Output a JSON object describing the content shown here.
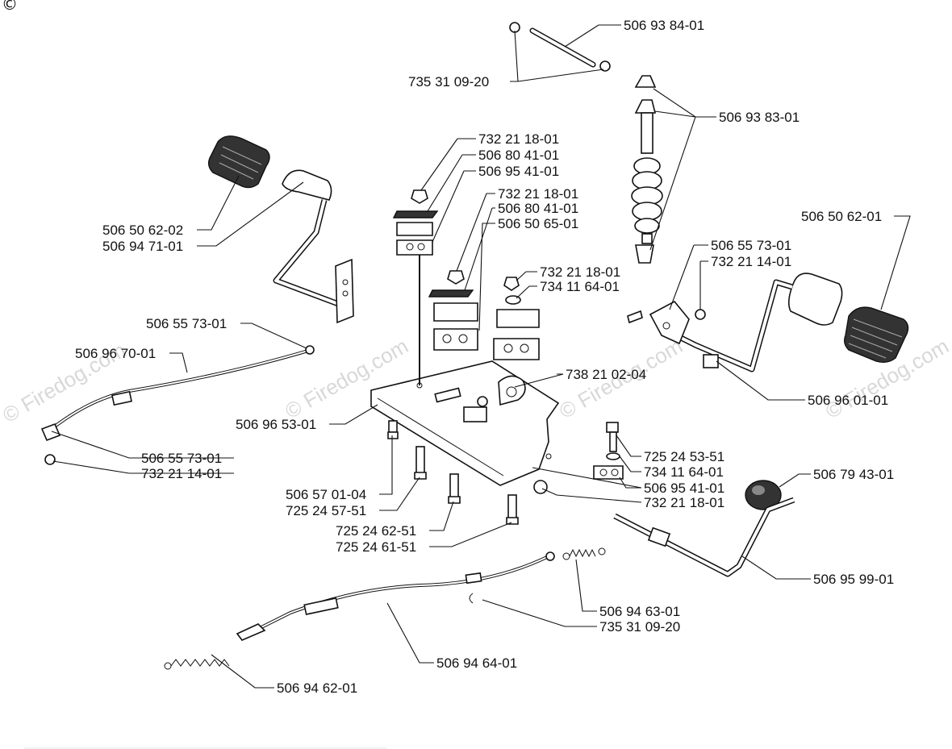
{
  "copyright_symbol": "©",
  "watermark": "© Firedog.com",
  "labels": {
    "p_506938401": "506 93 84-01",
    "p_735310920_top": "735 31 09-20",
    "p_506938301": "506 93 83-01",
    "p_732211801_a": "732 21 18-01",
    "p_506804101_a": "506 80 41-01",
    "p_506954101_a": "506 95 41-01",
    "p_732211801_b": "732 21 18-01",
    "p_506804101_b": "506 80 41-01",
    "p_506506501": "506 50 65-01",
    "p_732211801_c": "732 21 18-01",
    "p_734116401_a": "734 11 64-01",
    "p_506506202": "506 50 62-02",
    "p_506947101": "506 94 71-01",
    "p_506506201": "506 50 62-01",
    "p_506557301_r": "506 55 73-01",
    "p_732211401_r": "732 21 14-01",
    "p_506557301_l": "506 55 73-01",
    "p_506967001": "506 96 70-01",
    "p_738210204": "738 21 02-04",
    "p_506960101": "506 96 01-01",
    "p_506965301": "506 96 53-01",
    "p_506557301_b": "506 55 73-01",
    "p_732211401_b": "732 21 14-01",
    "p_725245351": "725 24 53-51",
    "p_734116401_b": "734 11 64-01",
    "p_506954101_b": "506 95 41-01",
    "p_732211801_d": "732 21 18-01",
    "p_506794301": "506 79 43-01",
    "p_506570104": "506 57 01-04",
    "p_725245751": "725 24 57-51",
    "p_725246251": "725 24 62-51",
    "p_725246151": "725 24 61-51",
    "p_506959901": "506 95 99-01",
    "p_506946301": "506 94 63-01",
    "p_735310920_bot": "735 31 09-20",
    "p_506946401": "506 94 64-01",
    "p_506946201": "506 94 62-01"
  }
}
